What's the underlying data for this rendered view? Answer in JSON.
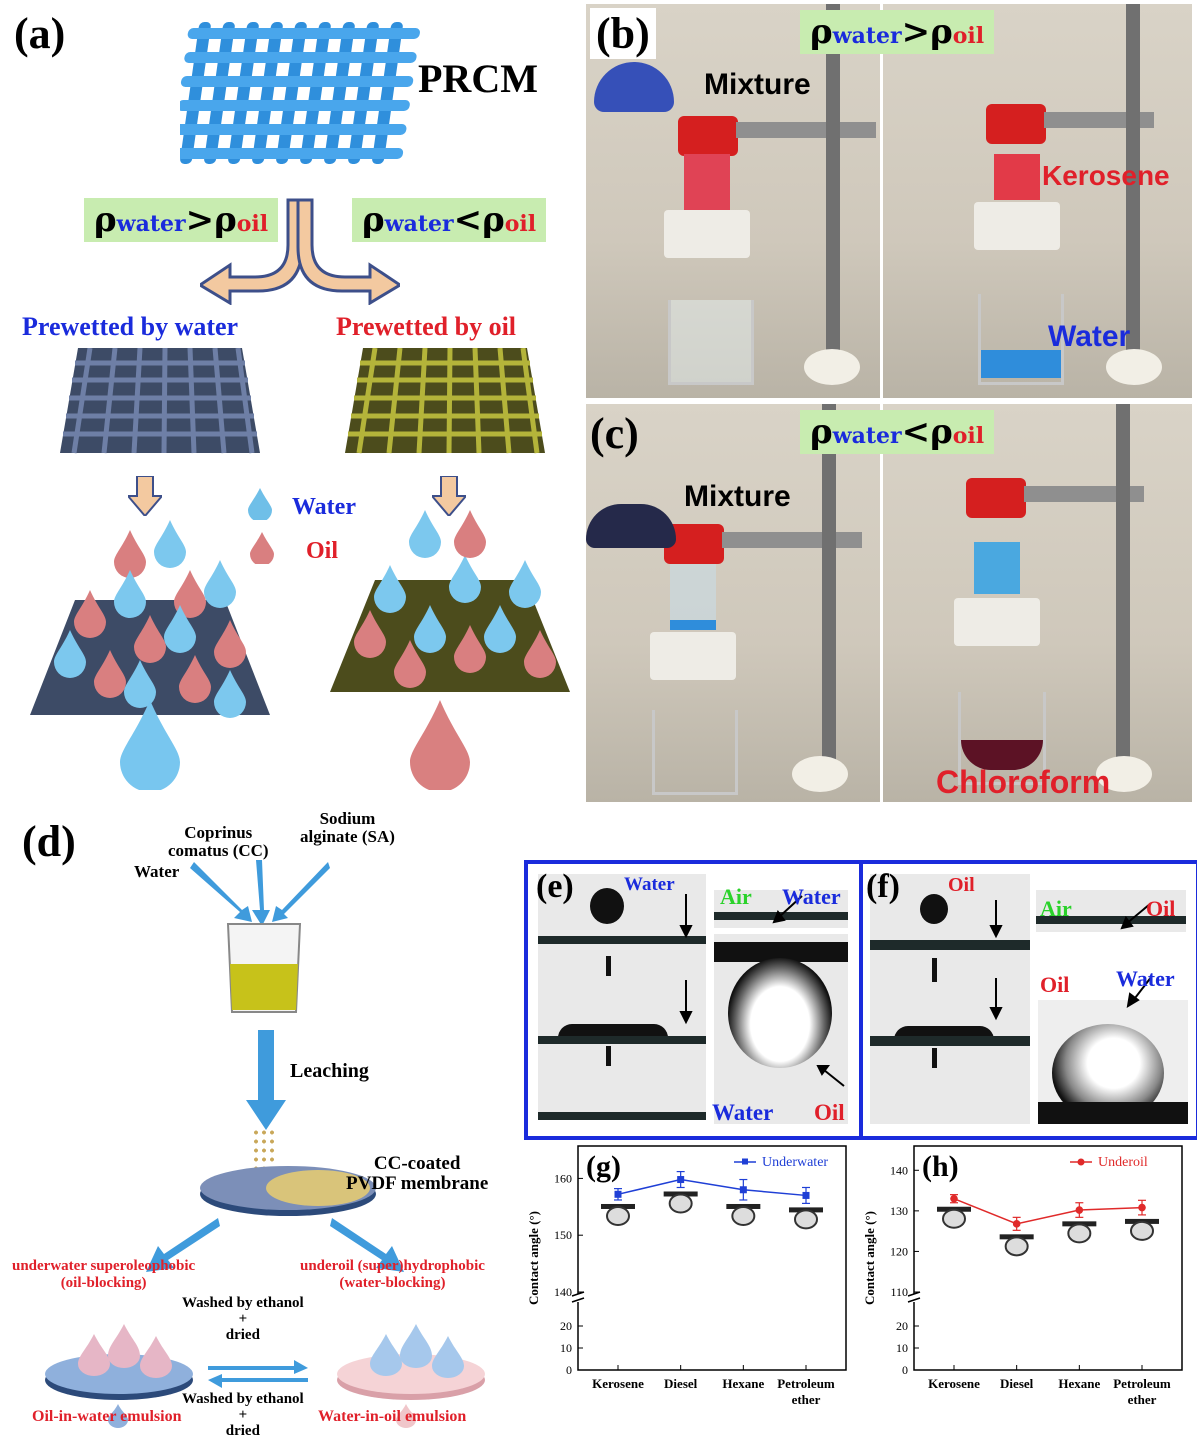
{
  "panel_a": {
    "label": "(a)",
    "prcm": "PRCM",
    "rho_left": {
      "rho": "ρ",
      "sub1": "water",
      "op": ">",
      "sub2": "oil"
    },
    "rho_right": {
      "rho": "ρ",
      "sub1": "water",
      "op": "<",
      "sub2": "oil"
    },
    "prewet_water": "Prewetted by water",
    "prewet_oil": "Prewetted by oil",
    "legend_water": "Water",
    "legend_oil": "Oil"
  },
  "panel_b": {
    "label": "(b)",
    "rho": {
      "rho": "ρ",
      "sub1": "water",
      "op": ">",
      "sub2": "oil"
    },
    "mixture": "Mixture",
    "kerosene": "Kerosene",
    "water": "Water"
  },
  "panel_c": {
    "label": "(c)",
    "rho": {
      "rho": "ρ",
      "sub1": "water",
      "op": "<",
      "sub2": "oil"
    },
    "mixture": "Mixture",
    "chloroform": "Chloroform"
  },
  "panel_d": {
    "label": "(d)",
    "coprinus": "Coprinus\ncomatus (CC)",
    "sodium": "Sodium\nalginate (SA)",
    "water": "Water",
    "leaching": "Leaching",
    "membrane": "CC-coated\nPVDF membrane",
    "left_state": "underwater superoleophobic\n(oil-blocking)",
    "right_state": "underoil (super)hydrophobic\n(water-blocking)",
    "wash1": "Washed by ethanol\n+\ndried",
    "wash2": "Washed by ethanol\n+\ndried",
    "left_emulsion": "Oil-in-water emulsion",
    "right_emulsion": "Water-in-oil emulsion"
  },
  "panel_e": {
    "label": "(e)",
    "water_top": "Water",
    "air": "Air",
    "water_right": "Water",
    "water_bottom": "Water",
    "oil_bottom": "Oil"
  },
  "panel_f": {
    "label": "(f)",
    "oil_top": "Oil",
    "air": "Air",
    "oil_right": "Oil",
    "oil_mid": "Oil",
    "water_right": "Water"
  },
  "colors": {
    "blue": "#1a2bdc",
    "red": "#e0202a",
    "green": "#2ad22a",
    "chart_blue": "#1f3fd6",
    "chart_red": "#e02a2a"
  },
  "chart_data": [
    {
      "panel": "(g)",
      "type": "line",
      "categories": [
        "Kerosene",
        "Diesel",
        "Hexane",
        "Petroleum\nether"
      ],
      "series": [
        {
          "name": "Underwater",
          "values": [
            157.2,
            159.8,
            158.0,
            157.0
          ],
          "errors": [
            1.0,
            1.4,
            1.8,
            1.4
          ]
        }
      ],
      "ylabel": "Contact angle (°)",
      "ylim_lower": [
        0,
        30
      ],
      "ylim_upper": [
        140,
        165
      ],
      "yticks_lower": [
        "0",
        "10",
        "20"
      ],
      "yticks_upper": [
        "140",
        "150",
        "160"
      ],
      "legend": "top-right"
    },
    {
      "panel": "(h)",
      "type": "line",
      "categories": [
        "Kerosene",
        "Diesel",
        "Hexane",
        "Petroleum\nether"
      ],
      "series": [
        {
          "name": "Underoil",
          "values": [
            133.0,
            126.8,
            130.2,
            130.8
          ],
          "errors": [
            1.0,
            1.6,
            1.8,
            1.8
          ]
        }
      ],
      "ylabel": "Contact angle (°)",
      "ylim_lower": [
        0,
        30
      ],
      "ylim_upper": [
        110,
        145
      ],
      "yticks_lower": [
        "0",
        "10",
        "20"
      ],
      "yticks_upper": [
        "110",
        "120",
        "130",
        "140"
      ],
      "legend": "top-right"
    }
  ]
}
